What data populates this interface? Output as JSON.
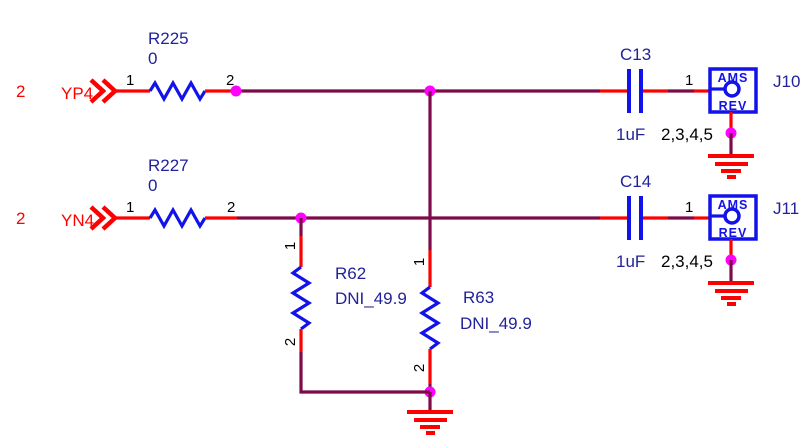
{
  "colors": {
    "background": "#FFFFFF",
    "wire": "#7D0B4A",
    "pin_lead": "#FF0000",
    "component_body": "#1212EA",
    "designator_text": "#22229B",
    "net_label_text": "#FF0000",
    "pin_number_text": "#000000",
    "junction_dot": "#FF00FF",
    "ground_symbol": "#FF0000"
  },
  "offpage": {
    "yp4": {
      "page": "2",
      "net": "YP4"
    },
    "yn4": {
      "page": "2",
      "net": "YN4"
    }
  },
  "components": {
    "r225": {
      "ref": "R225",
      "value": "0",
      "pin1": "1",
      "pin2": "2"
    },
    "r227": {
      "ref": "R227",
      "value": "0",
      "pin1": "1",
      "pin2": "2"
    },
    "r62": {
      "ref": "R62",
      "value": "DNI_49.9",
      "pin1": "1",
      "pin2": "2"
    },
    "r63": {
      "ref": "R63",
      "value": "DNI_49.9",
      "pin1": "1",
      "pin2": "2"
    },
    "c13": {
      "ref": "C13",
      "value": "1uF",
      "pin1": "1"
    },
    "c14": {
      "ref": "C14",
      "value": "1uF",
      "pin1": "1"
    },
    "j10": {
      "ref": "J10",
      "symbol_top": "AMS",
      "symbol_bottom": "REV",
      "pin1": "1",
      "ground_pins": "2,3,4,5"
    },
    "j11": {
      "ref": "J11",
      "symbol_top": "AMS",
      "symbol_bottom": "REV",
      "pin1": "1",
      "ground_pins": "2,3,4,5"
    }
  }
}
